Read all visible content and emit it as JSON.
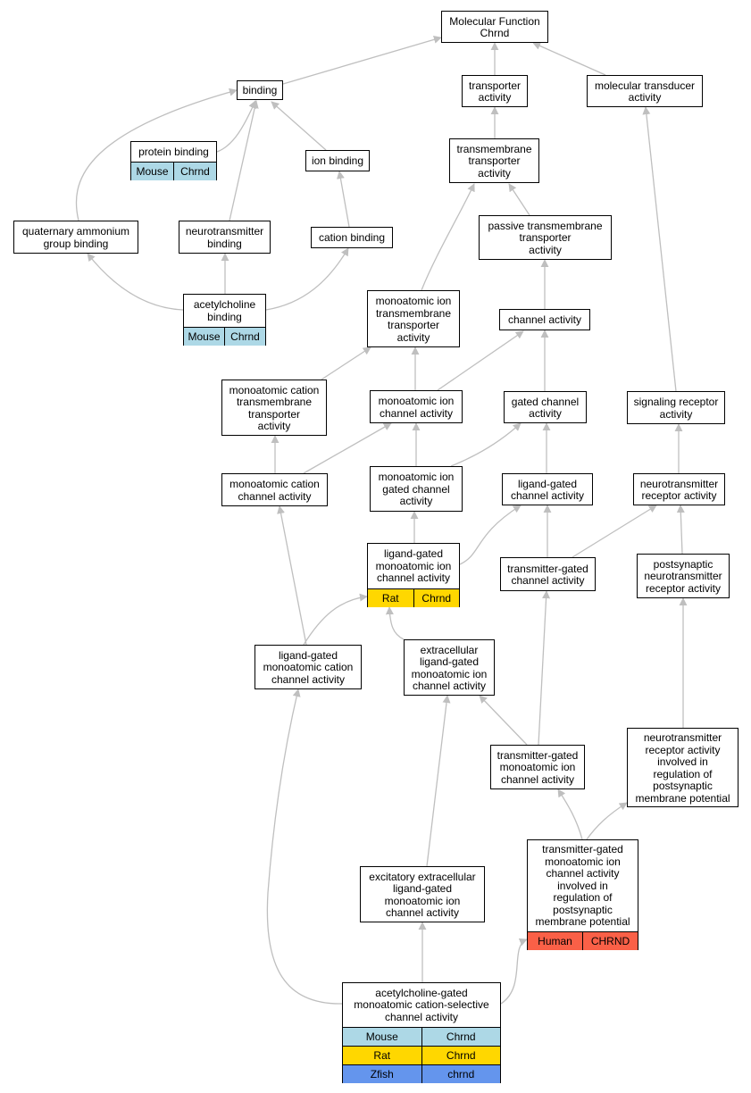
{
  "colors": {
    "edge": "#bfbfbf",
    "Mouse": "#add8e6",
    "Rat": "#ffd700",
    "Human": "#fa6047",
    "Zfish": "#6495ed"
  },
  "nodes": [
    {
      "id": "mf",
      "label": "Molecular Function\nChrnd"
    },
    {
      "id": "binding",
      "label": "binding"
    },
    {
      "id": "transporter",
      "label": "transporter\nactivity"
    },
    {
      "id": "moltrans",
      "label": "molecular transducer\nactivity"
    },
    {
      "id": "protbind",
      "label": "protein binding",
      "annotations": [
        {
          "species": "Mouse",
          "gene": "Chrnd"
        }
      ]
    },
    {
      "id": "ionbind",
      "label": "ion binding"
    },
    {
      "id": "tmtrans",
      "label": "transmembrane\ntransporter\nactivity"
    },
    {
      "id": "quatamm",
      "label": "quaternary ammonium\ngroup binding"
    },
    {
      "id": "ntbind",
      "label": "neurotransmitter\nbinding"
    },
    {
      "id": "catbind",
      "label": "cation binding"
    },
    {
      "id": "passive",
      "label": "passive transmembrane\ntransporter\nactivity"
    },
    {
      "id": "achbind",
      "label": "acetylcholine\nbinding",
      "annotations": [
        {
          "species": "Mouse",
          "gene": "Chrnd"
        }
      ]
    },
    {
      "id": "moitm",
      "label": "monoatomic ion\ntransmembrane\ntransporter\nactivity"
    },
    {
      "id": "chanact",
      "label": "channel activity"
    },
    {
      "id": "mocattm",
      "label": "monoatomic cation\ntransmembrane\ntransporter\nactivity"
    },
    {
      "id": "moichan",
      "label": "monoatomic ion\nchannel activity"
    },
    {
      "id": "gated",
      "label": "gated channel\nactivity"
    },
    {
      "id": "sigrec",
      "label": "signaling receptor\nactivity"
    },
    {
      "id": "mocatchan",
      "label": "monoatomic cation\nchannel activity"
    },
    {
      "id": "moigated",
      "label": "monoatomic ion\ngated channel\nactivity"
    },
    {
      "id": "liggated",
      "label": "ligand-gated\nchannel activity"
    },
    {
      "id": "ntrec",
      "label": "neurotransmitter\nreceptor activity"
    },
    {
      "id": "lgmoi",
      "label": "ligand-gated\nmonoatomic ion\nchannel activity",
      "annotations": [
        {
          "species": "Rat",
          "gene": "Chrnd"
        }
      ]
    },
    {
      "id": "tgchan",
      "label": "transmitter-gated\nchannel activity"
    },
    {
      "id": "psntrec",
      "label": "postsynaptic\nneurotransmitter\nreceptor activity"
    },
    {
      "id": "lgmocat",
      "label": "ligand-gated\nmonoatomic cation\nchannel activity"
    },
    {
      "id": "extlg",
      "label": "extracellular\nligand-gated\nmonoatomic ion\nchannel activity"
    },
    {
      "id": "tgmoi",
      "label": "transmitter-gated\nmonoatomic ion\nchannel activity"
    },
    {
      "id": "ntrecreg",
      "label": "neurotransmitter\nreceptor activity\ninvolved in\nregulation of\npostsynaptic\nmembrane potential"
    },
    {
      "id": "tgmoireg",
      "label": "transmitter-gated\nmonoatomic ion\nchannel activity\ninvolved in\nregulation of\npostsynaptic\nmembrane potential",
      "annotations": [
        {
          "species": "Human",
          "gene": "CHRND"
        }
      ]
    },
    {
      "id": "excit",
      "label": "excitatory extracellular\nligand-gated\nmonoatomic ion\nchannel activity"
    },
    {
      "id": "achgated",
      "label": "acetylcholine-gated\nmonoatomic cation-selective\nchannel activity",
      "annotations": [
        {
          "species": "Mouse",
          "gene": "Chrnd"
        },
        {
          "species": "Rat",
          "gene": "Chrnd"
        },
        {
          "species": "Zfish",
          "gene": "chrnd"
        }
      ]
    }
  ]
}
